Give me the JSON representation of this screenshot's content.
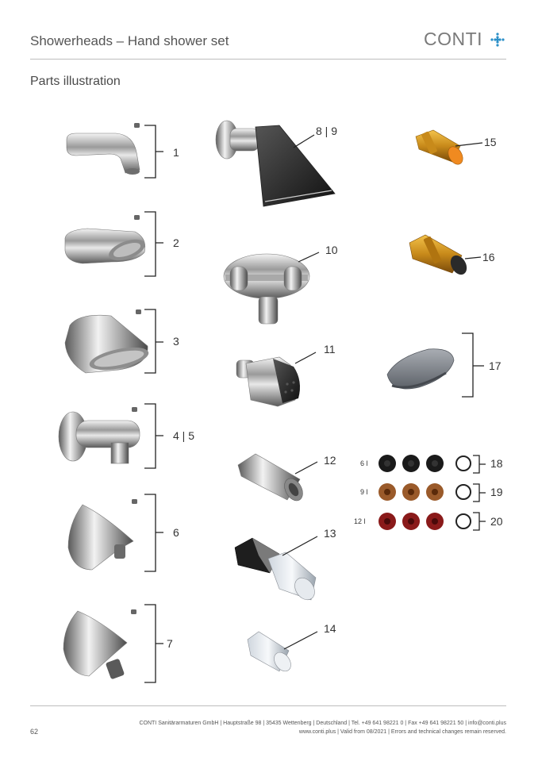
{
  "header": {
    "title": "Showerheads – Hand shower set",
    "logo_text": "CONTI",
    "logo_plus_color": "#2a8fc7"
  },
  "section": {
    "title": "Parts illustration"
  },
  "parts": [
    {
      "id": "p1",
      "label": "1"
    },
    {
      "id": "p2",
      "label": "2"
    },
    {
      "id": "p3",
      "label": "3"
    },
    {
      "id": "p45",
      "label": "4 | 5"
    },
    {
      "id": "p6",
      "label": "6"
    },
    {
      "id": "p7",
      "label": "7"
    },
    {
      "id": "p89",
      "label": "8 | 9"
    },
    {
      "id": "p10",
      "label": "10"
    },
    {
      "id": "p11",
      "label": "11"
    },
    {
      "id": "p12",
      "label": "12"
    },
    {
      "id": "p13",
      "label": "13"
    },
    {
      "id": "p14",
      "label": "14"
    },
    {
      "id": "p15",
      "label": "15"
    },
    {
      "id": "p16",
      "label": "16"
    },
    {
      "id": "p17",
      "label": "17"
    },
    {
      "id": "p18",
      "label": "18"
    },
    {
      "id": "p19",
      "label": "19"
    },
    {
      "id": "p20",
      "label": "20"
    }
  ],
  "flow_rows": [
    {
      "label": "6 l",
      "color": "#1a1a1a"
    },
    {
      "label": "9 l",
      "color": "#9a5a2a"
    },
    {
      "label": "12 l",
      "color": "#8a1a1a"
    }
  ],
  "footer": {
    "line1": "CONTI Sanitärarmaturen GmbH | Hauptstraße 98 | 35435 Wettenberg | Deutschland | Tel. +49 641 98221 0 | Fax +49 641 98221 50 | info@conti.plus",
    "line2": "www.conti.plus | Valid from 08/2021 | Errors and technical changes remain reserved.",
    "page_number": "62"
  }
}
